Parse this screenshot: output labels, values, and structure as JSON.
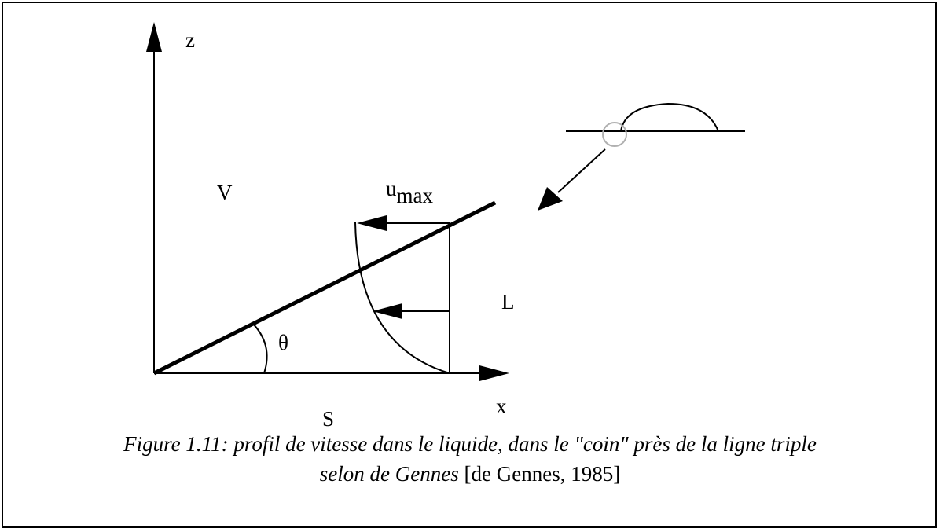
{
  "labels": {
    "z": "z",
    "x": "x",
    "V": "V",
    "S": "S",
    "L": "L",
    "theta": "θ",
    "u": "u",
    "max": "max"
  },
  "caption": {
    "line1": "Figure 1.11: profil de vitesse dans le liquide, dans le \"coin\" près de la ligne triple",
    "line2_italic": "selon de Gennes",
    "line2_ref": " [de Gennes, 1985]"
  },
  "colors": {
    "stroke": "#000000",
    "zoom_circle": "#b0b0b0"
  }
}
